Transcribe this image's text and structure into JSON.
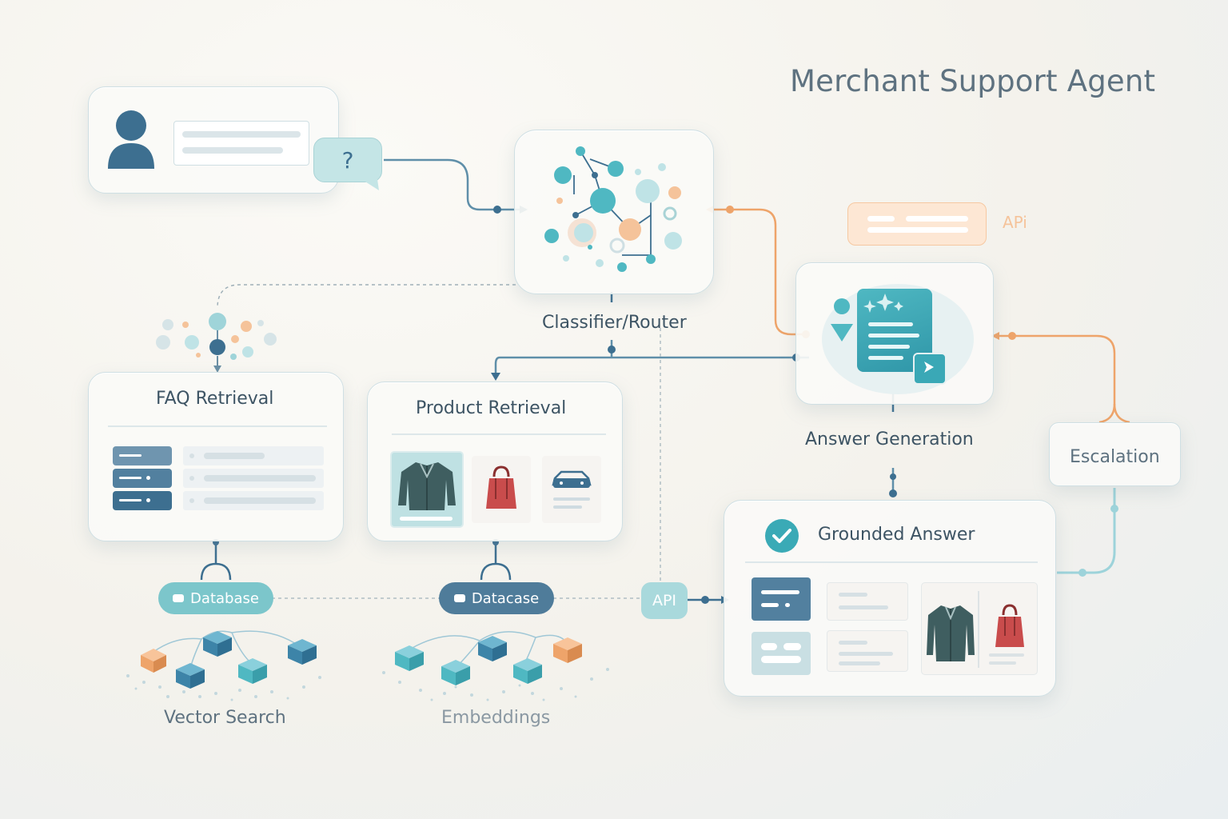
{
  "title": "Merchant Support Agent",
  "user_query": {
    "question_mark": "?"
  },
  "nodes": {
    "classifier": "Classifier/Router",
    "answer_generation": "Answer Generation",
    "faq_retrieval": "FAQ Retrieval",
    "product_retrieval": "Product Retrieval",
    "grounded_answer": "Grounded Answer",
    "escalation": "Escalation"
  },
  "tags": {
    "api_top": "APi",
    "api_mid": "API",
    "database_left": "Database",
    "database_right": "Datacase"
  },
  "bottom_labels": {
    "vector_search": "Vector Search",
    "embeddings": "Embeddings"
  },
  "colors": {
    "teal": "#4fb8c2",
    "navy": "#3d6f90",
    "orange": "#eea46a",
    "soft_teal": "#bfe3e6"
  }
}
